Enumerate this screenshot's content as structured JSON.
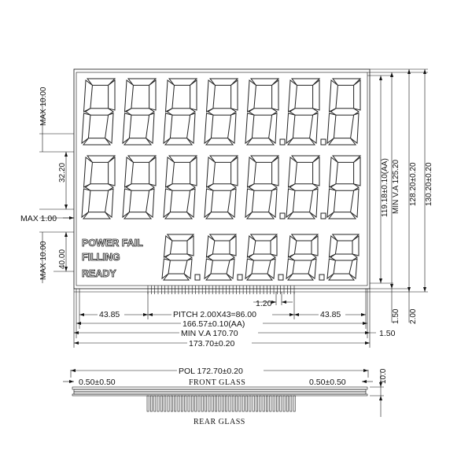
{
  "dimensions": {
    "max_10_top": "MAX 10.00",
    "d_32_20": "32.20",
    "max_1_00": "MAX 1.00",
    "max_10_bottom": "MAX 10.00",
    "d_40_00": "40.00",
    "aa_height": "119.18±0.10(AA)",
    "min_va_height": "MIN V.A 125.20",
    "d_128_20": "128.20±0.20",
    "d_130_20": "130.20±0.20",
    "d_1_20": "1.20",
    "d_43_85_left": "43.85",
    "pitch": "PITCH 2.00X43=86.00",
    "d_43_85_right": "43.85",
    "aa_width": "166.57±0.10(AA)",
    "min_va_width": "MIN V.A 170.70",
    "outline_width": "173.70±0.20",
    "d_1_50_a": "1.50",
    "d_2_00": "2.00",
    "d_1_50_b": "1.50",
    "pol_width": "POL 172.70±0.20",
    "pol_offset_left": "0.50±0.50",
    "pol_offset_right": "0.50±0.50",
    "side_10_0": "10.0"
  },
  "labels": {
    "front_glass": "FRONT GLASS",
    "rear_glass": "REAR GLASS"
  },
  "segment_labels": {
    "power_fail": "POWER FAIL",
    "filling": "FILLING",
    "ready": "READY"
  }
}
